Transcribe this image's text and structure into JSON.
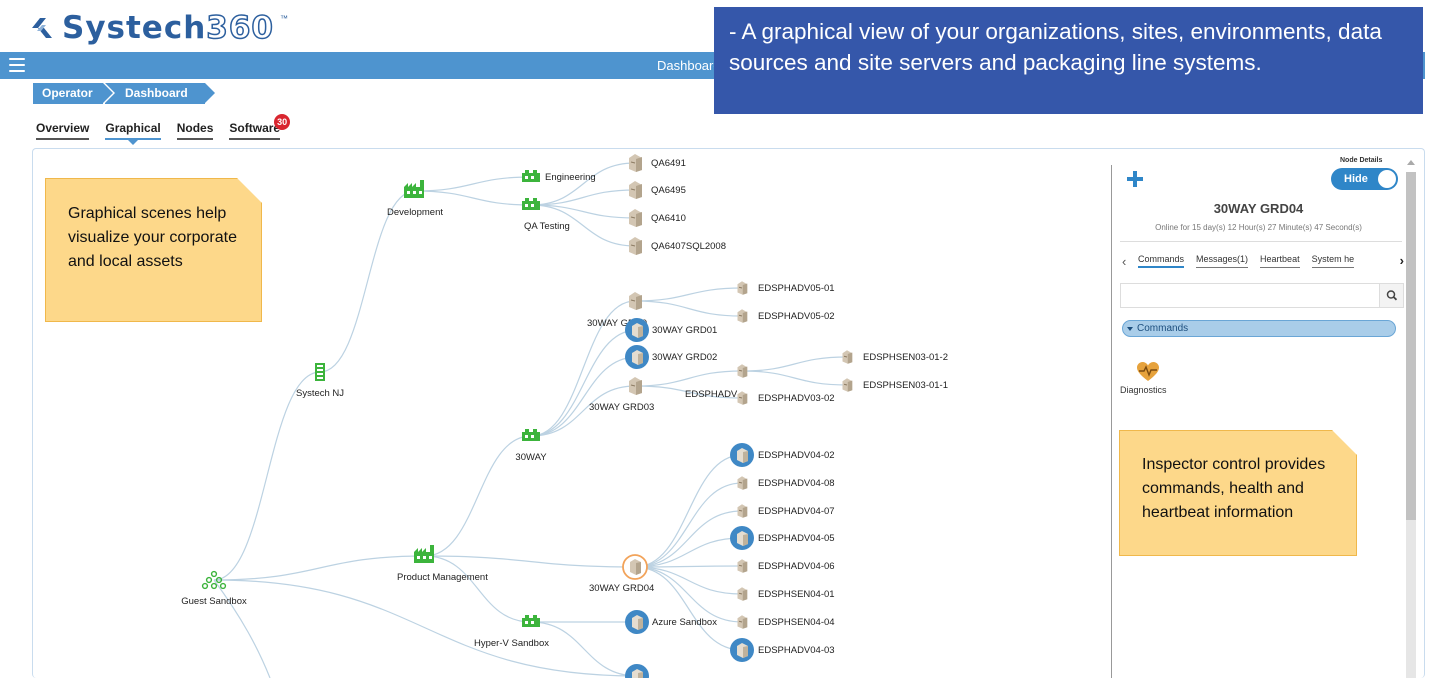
{
  "logo": {
    "brand": "Systech",
    "number": "360",
    "tm": "™"
  },
  "topbar": {
    "title": "Dashboard"
  },
  "breadcrumb": {
    "items": [
      "Operator",
      "Dashboard"
    ]
  },
  "tabs": [
    {
      "label": "Overview"
    },
    {
      "label": "Graphical",
      "active": true
    },
    {
      "label": "Nodes"
    },
    {
      "label": "Software",
      "badge": "30"
    }
  ],
  "callouts": {
    "left": "Graphical scenes help visualize your corporate and local assets",
    "right": "Inspector control provides commands, health and heartbeat information",
    "banner": "- A graphical view of your organizations, sites, environments, data sources and site servers and packaging line systems."
  },
  "inspector": {
    "node_details_label": "Node Details",
    "toggle_label": "Hide",
    "node_title": "30WAY GRD04",
    "status": "Online for 15 day(s) 12 Hour(s) 27 Minute(s) 47 Second(s)",
    "tabs": [
      "Commands",
      "Messages(1)",
      "Heartbeat",
      "System he"
    ],
    "search_placeholder": "",
    "section_label": "Commands",
    "command_label": "Diagnostics"
  },
  "colors": {
    "brand": "#2c5f9e",
    "topbar": "#4e94cf",
    "banner": "#3557aa",
    "callout": "#fdd88a",
    "badge": "#d9262f",
    "building": "#3cb43c",
    "server_disk": "#3f88c5"
  },
  "tree": {
    "nodes": [
      {
        "id": "guest",
        "label": "Guest Sandbox",
        "icon": "org-cluster-icon"
      },
      {
        "id": "systech",
        "label": "Systech NJ",
        "icon": "tower-icon"
      },
      {
        "id": "dev",
        "label": "Development",
        "icon": "factory-icon"
      },
      {
        "id": "eng",
        "label": "Engineering",
        "icon": "site-icon"
      },
      {
        "id": "qat",
        "label": "QA Testing",
        "icon": "site-icon"
      },
      {
        "id": "qa6491",
        "label": "QA6491",
        "icon": "server-icon"
      },
      {
        "id": "qa6495",
        "label": "QA6495",
        "icon": "server-icon"
      },
      {
        "id": "qa6410",
        "label": "QA6410",
        "icon": "server-icon"
      },
      {
        "id": "qa6407",
        "label": "QA6407SQL2008",
        "icon": "server-icon"
      },
      {
        "id": "prod",
        "label": "Product Management",
        "icon": "factory-icon"
      },
      {
        "id": "w30",
        "label": "30WAY",
        "icon": "site-icon"
      },
      {
        "id": "grd0x",
        "label": "30WAY GRD0",
        "icon": "server-icon"
      },
      {
        "id": "grd01",
        "label": "30WAY GRD01",
        "icon": "disk-server-icon"
      },
      {
        "id": "grd02",
        "label": "30WAY GRD02",
        "icon": "disk-server-icon"
      },
      {
        "id": "grd03",
        "label": "30WAY GRD03",
        "icon": "server-icon"
      },
      {
        "id": "grd04",
        "label": "30WAY GRD04",
        "icon": "selected-server-icon"
      },
      {
        "id": "e0501",
        "label": "EDSPHADV05-01",
        "icon": "small-server-icon"
      },
      {
        "id": "e0502",
        "label": "EDSPHADV05-02",
        "icon": "small-server-icon"
      },
      {
        "id": "edsphadv",
        "label": "EDSPHADV",
        "icon": "small-server-icon"
      },
      {
        "id": "e0302",
        "label": "EDSPHADV03-02",
        "icon": "small-server-icon"
      },
      {
        "id": "s03012",
        "label": "EDSPHSEN03-01-2",
        "icon": "small-server-icon"
      },
      {
        "id": "s03011",
        "label": "EDSPHSEN03-01-1",
        "icon": "small-server-icon"
      },
      {
        "id": "e0402",
        "label": "EDSPHADV04-02",
        "icon": "disk-server-icon"
      },
      {
        "id": "e0408",
        "label": "EDSPHADV04-08",
        "icon": "small-server-icon"
      },
      {
        "id": "e0407",
        "label": "EDSPHADV04-07",
        "icon": "small-server-icon"
      },
      {
        "id": "e0405",
        "label": "EDSPHADV04-05",
        "icon": "disk-server-icon"
      },
      {
        "id": "e0406",
        "label": "EDSPHADV04-06",
        "icon": "small-server-icon"
      },
      {
        "id": "s0401",
        "label": "EDSPHSEN04-01",
        "icon": "small-server-icon"
      },
      {
        "id": "s0404",
        "label": "EDSPHSEN04-04",
        "icon": "small-server-icon"
      },
      {
        "id": "e0403",
        "label": "EDSPHADV04-03",
        "icon": "disk-server-icon"
      },
      {
        "id": "hyperv",
        "label": "Hyper-V Sandbox",
        "icon": "site-icon"
      },
      {
        "id": "azure",
        "label": "Azure Sandbox",
        "icon": "disk-server-icon"
      },
      {
        "id": "extra",
        "label": "",
        "icon": "disk-server-icon"
      }
    ]
  }
}
